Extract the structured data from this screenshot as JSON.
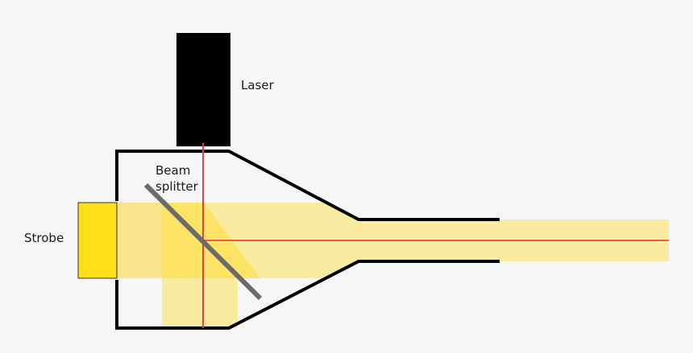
{
  "labels": {
    "laser": "Laser",
    "beam_splitter_line1": "Beam",
    "beam_splitter_line2": "splitter",
    "strobe": "Strobe"
  },
  "colors": {
    "background": "#f6f6f6",
    "housing": "#000000",
    "laser_body": "#000000",
    "strobe": "#ffdf1a",
    "light_beam": "#f9eca0",
    "light_overlap": "#fde466",
    "laser_beam": "#ee3b3b",
    "beam_splitter": "#6b6b6b"
  }
}
